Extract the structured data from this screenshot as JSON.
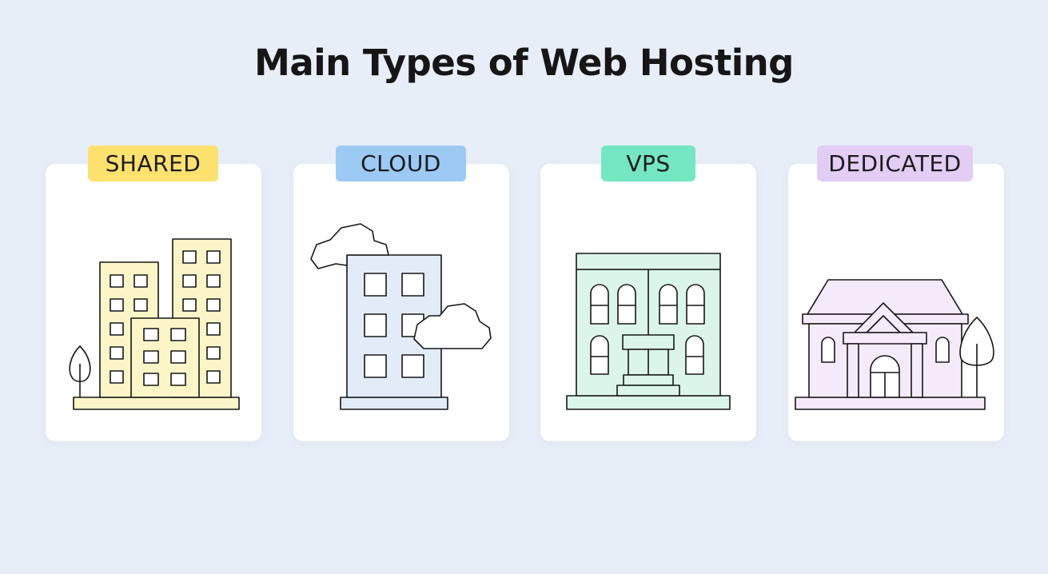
{
  "title": "Main Types of Web Hosting",
  "cards": [
    {
      "label": "SHARED",
      "badge_color": "#fde16f",
      "tint": "#fbf5c8",
      "icon": "apartment-buildings-icon"
    },
    {
      "label": "CLOUD",
      "badge_color": "#9ccaf5",
      "tint": "#e2ecf9",
      "icon": "building-with-clouds-icon"
    },
    {
      "label": "VPS",
      "badge_color": "#74e6c1",
      "tint": "#dcf5ea",
      "icon": "multi-unit-building-icon"
    },
    {
      "label": "DEDICATED",
      "badge_color": "#e3cdf5",
      "tint": "#f4eafa",
      "icon": "single-house-icon"
    }
  ]
}
